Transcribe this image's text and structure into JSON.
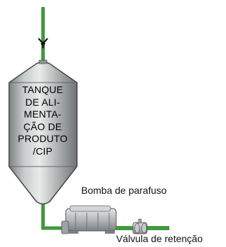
{
  "diagram": {
    "tank": {
      "label_lines": [
        "TANQUE",
        "DE ALI-",
        "MENTA-",
        "ÇÃO DE",
        "PRODUTO",
        "/CIP"
      ]
    },
    "pump": {
      "label": "Bomba de parafuso"
    },
    "check_valve": {
      "label": "Válvula de retenção"
    },
    "colors": {
      "pipe": "#3f9a3b",
      "tank_body": "#a9acac",
      "tank_outline": "#4a4a4a",
      "pump_body": "#b9bcbe"
    }
  }
}
